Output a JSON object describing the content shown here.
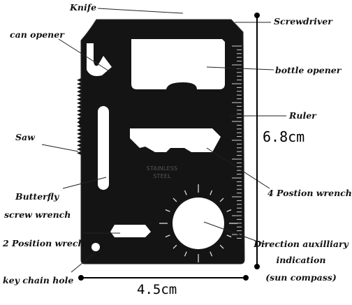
{
  "labels": {
    "knife": "Knife",
    "screwdriver": "Screwdriver",
    "can_opener": "can opener",
    "bottle_opener": "bottle opener",
    "ruler": "Ruler",
    "saw": "Saw",
    "four_position_wrench": "4 Postion wrench",
    "butterfly_line1": "Butterfly",
    "butterfly_line2": "screw wrench",
    "two_position_wrench": "2 Position wrech",
    "direction_line1": "Direction auxilliary",
    "direction_line2": "indication",
    "direction_line3": "(sun compass)",
    "key_chain_hole": "key chain hole"
  },
  "dimensions": {
    "height": "6.8cm",
    "width": "4.5cm"
  },
  "card_stamp": {
    "line1": "STAINLESS",
    "line2": "STEEL"
  },
  "colors": {
    "card": "#141414",
    "card_edge": "#2a2a2a",
    "line": "#222222",
    "text": "#111111"
  }
}
